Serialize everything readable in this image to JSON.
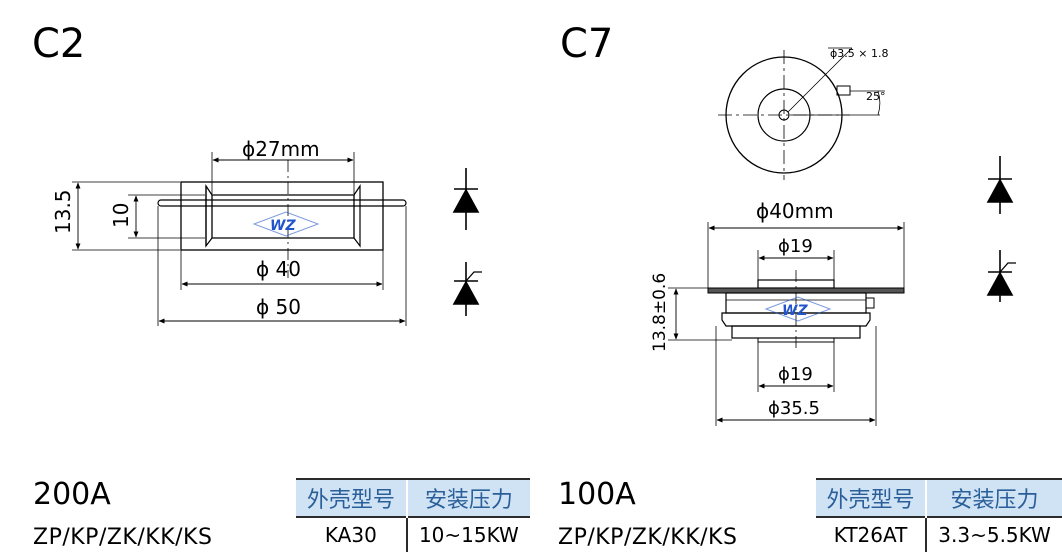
{
  "c2": {
    "title": "C2",
    "dims": {
      "inner_diameter": "ϕ27mm",
      "mid_diameter": "ϕ 40",
      "outer_diameter": "ϕ 50",
      "height_outer": "13.5",
      "height_inner": "10"
    },
    "rating": "200A",
    "models": "ZP/KP/ZK/KK/KS",
    "table": {
      "headers": [
        "外壳型号",
        "安装压力"
      ],
      "rows": [
        [
          "KA30",
          "10~15KW"
        ]
      ]
    }
  },
  "c7": {
    "title": "C7",
    "dims": {
      "hole": "ϕ3.5 × 1.8",
      "angle": "25°",
      "outer_diameter": "ϕ40mm",
      "top_pole": "ϕ19",
      "height": "13.8±0.6",
      "bottom_pole": "ϕ19",
      "base_diameter": "ϕ35.5"
    },
    "rating": "100A",
    "models": "ZP/KP/ZK/KK/KS",
    "table": {
      "headers": [
        "外壳型号",
        "安装压力"
      ],
      "rows": [
        [
          "KT26AT",
          "3.3~5.5KW"
        ]
      ]
    }
  },
  "watermark": "WZ",
  "colors": {
    "header_bg": "#cfe3f4",
    "header_text": "#2b5f9a",
    "line": "#000000",
    "watermark": "#2255cc"
  }
}
